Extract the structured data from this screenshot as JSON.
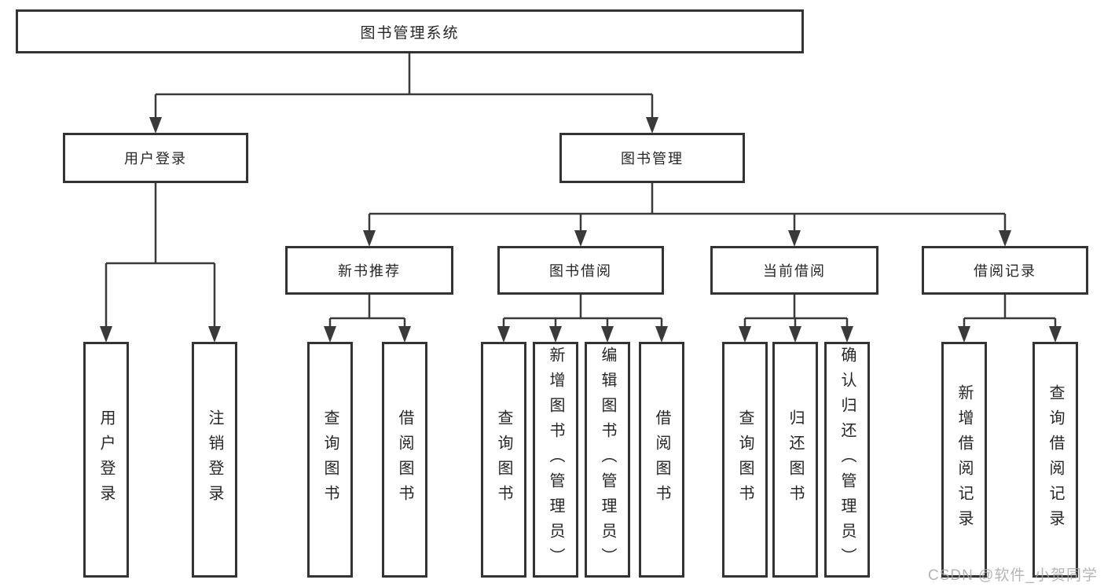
{
  "diagram": {
    "root": "图书管理系统",
    "level2": {
      "user_login": "用户登录",
      "book_mgmt": "图书管理"
    },
    "level3": {
      "new_books": "新书推荐",
      "borrow": "图书借阅",
      "current": "当前借阅",
      "records": "借阅记录"
    },
    "leaves": {
      "user_login": [
        "用户登录",
        "注销登录"
      ],
      "new_books": [
        "查询图书",
        "借阅图书"
      ],
      "borrow": [
        "查询图书",
        "新增图书（管理员）",
        "编辑图书（管理员）",
        "借阅图书"
      ],
      "current": [
        "查询图书",
        "归还图书",
        "确认归还（管理员）"
      ],
      "records": [
        "新增借阅记录",
        "查询借阅记录"
      ]
    }
  },
  "watermark": {
    "text": "CSDN @软件_小贺同学"
  },
  "colors": {
    "line": "#3a3a3a",
    "border": "#333333",
    "text": "#262626",
    "watermark": "#a8a8a8"
  }
}
